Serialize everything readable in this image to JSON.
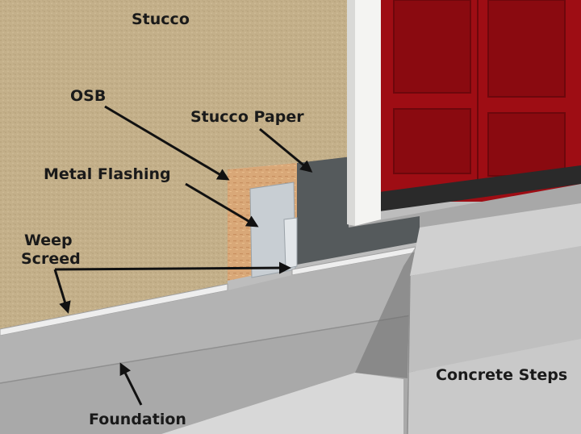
{
  "labels": {
    "stucco": "Stucco",
    "osb": "OSB",
    "stucco_paper": "Stucco Paper",
    "metal_flashing": "Metal Flashing",
    "weep_screed_1": "Weep",
    "weep_screed_2": "Screed",
    "concrete_steps": "Concrete Steps",
    "foundation": "Foundation"
  },
  "colors": {
    "stucco": "#c4b08a",
    "osb": "#d9a878",
    "stucco_paper": "#555a5c",
    "metal_flashing": "#c8ced3",
    "door": "#9e0d14",
    "trim": "#f4f4f2",
    "foundation": "#b3b3b3",
    "steps": "#c6c6c6",
    "arrow": "#111111"
  }
}
